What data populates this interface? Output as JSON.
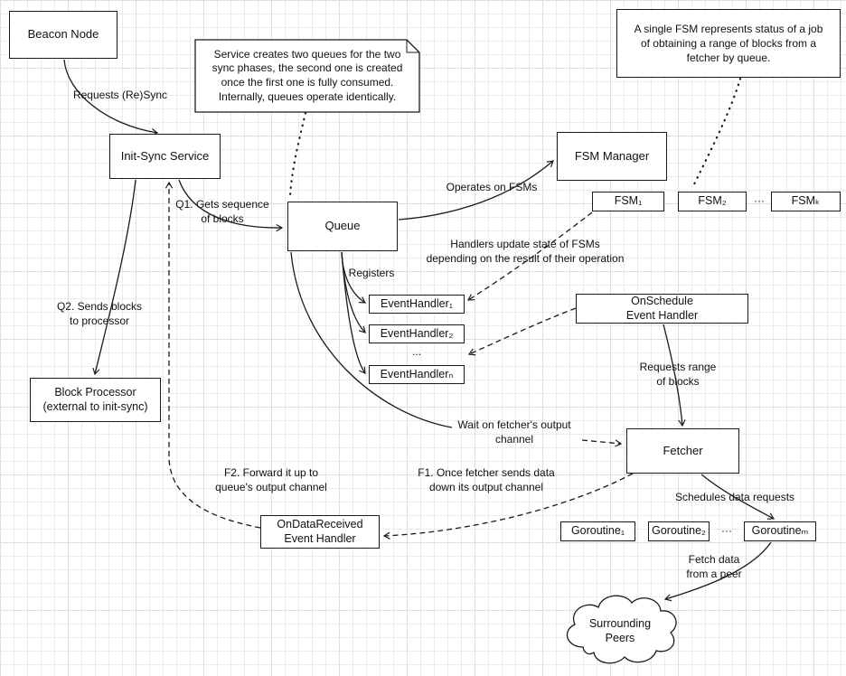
{
  "theme": {
    "stroke": "#1a1a1a",
    "background": "#ffffff",
    "grid_line": "#ebebeb",
    "grid_line_major": "#dedede"
  },
  "nodes": {
    "beacon_node": "Beacon Node",
    "init_sync_service": "Init-Sync Service",
    "fsm_manager": "FSM Manager",
    "queue": "Queue",
    "fsm_1": "FSM₁",
    "fsm_2": "FSM₂",
    "fsm_ellipsis": "···",
    "fsm_k": "FSMₖ",
    "event_handler_1": "EventHandler₁",
    "event_handler_2": "EventHandler₂",
    "event_handler_ellipsis": "...",
    "event_handler_n": "EventHandlerₙ",
    "onschedule_event_handler": "OnSchedule\nEvent Handler",
    "block_processor": "Block Processor\n(external to init-sync)",
    "fetcher": "Fetcher",
    "ondatareceived_event_handler": "OnDataReceived\nEvent Handler",
    "goroutine_1": "Goroutine₁",
    "goroutine_2": "Goroutine₂",
    "goroutine_ellipsis": "···",
    "goroutine_m": "Goroutineₘ",
    "surrounding_peers": "Surrounding\nPeers"
  },
  "notes": {
    "queue_note": "Service creates two queues for the two\nsync phases, the second one is created\nonce the first one is fully consumed.\nInternally, queues operate identically.",
    "fsm_note": "A single FSM represents status of a job\nof obtaining a range of blocks from a\nfetcher by queue."
  },
  "edge_labels": {
    "requests_resync": "Requests (Re)Sync",
    "q1_gets_sequence": "Q1. Gets sequence\nof blocks",
    "q2_sends_blocks": "Q2. Sends blocks\nto processor",
    "operates_on_fsms": "Operates on FSMs",
    "handlers_update_state": "Handlers update state of FSMs\ndepending on the result of their operation",
    "registers": "Registers",
    "requests_range": "Requests range\nof blocks",
    "wait_on_fetcher": "Wait on fetcher's output\nchannel",
    "f2_forward": "F2. Forward it up to\nqueue's output channel",
    "f1_once_fetcher": "F1. Once fetcher sends data\ndown its output channel",
    "schedules_data_requests": "Schedules data requests",
    "fetch_data_from_peer": "Fetch data\nfrom a peer"
  }
}
